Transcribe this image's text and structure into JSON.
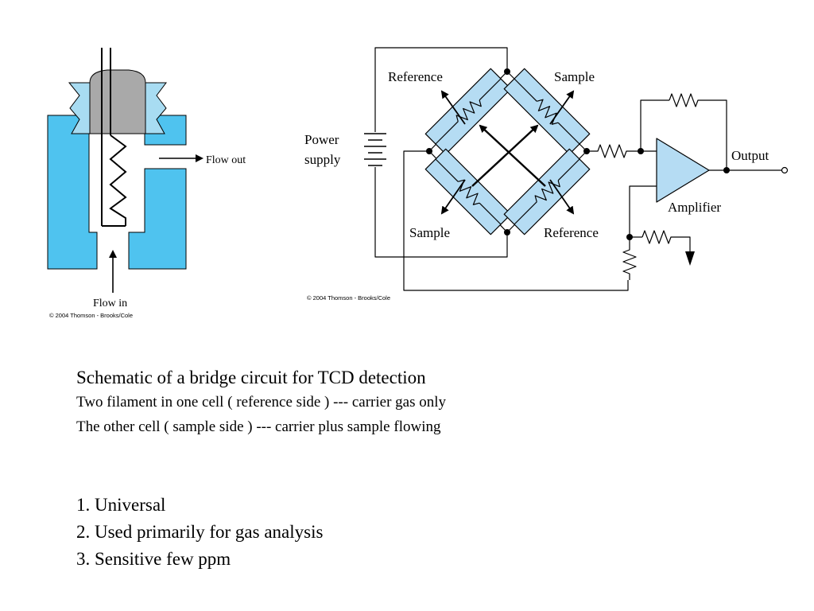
{
  "figure_left": {
    "flow_out_label": "Flow out",
    "flow_in_label": "Flow in",
    "copyright": "© 2004 Thomson - Brooks/Cole"
  },
  "figure_right": {
    "power_line1": "Power",
    "power_line2": "supply",
    "reference_top_label": "Reference",
    "sample_top_label": "Sample",
    "sample_bottom_label": "Sample",
    "reference_bottom_label": "Reference",
    "output_label": "Output",
    "amplifier_label": "Amplifier",
    "copyright": "© 2004 Thomson - Brooks/Cole"
  },
  "caption": {
    "title": "Schematic of a bridge circuit for TCD detection",
    "line1": "Two filament in one cell ( reference side ) --- carrier gas only",
    "line2": "The other cell ( sample side ) --- carrier plus sample flowing"
  },
  "points": [
    "1. Universal",
    "2. Used primarily for gas analysis",
    "3. Sensitive few ppm"
  ],
  "colors": {
    "cell_body": "#4fc3ef",
    "cell_fitting": "#a8dcf2",
    "plug": "#a9a9a9",
    "resistor_box": "#b5dcf3"
  }
}
